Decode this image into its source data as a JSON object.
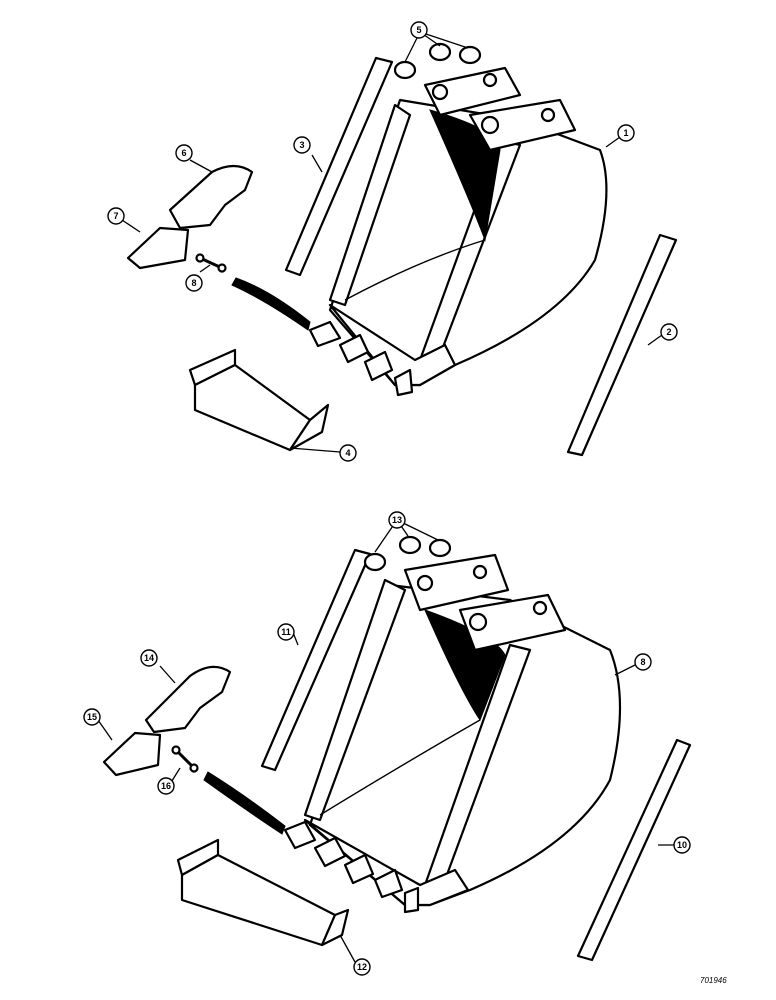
{
  "callouts": {
    "c1": "1",
    "c2": "2",
    "c3": "3",
    "c4": "4",
    "c5": "5",
    "c6": "6",
    "c7": "7",
    "c8a": "8",
    "c8b": "8",
    "c10": "10",
    "c11": "11",
    "c12": "12",
    "c13": "13",
    "c14": "14",
    "c15": "15",
    "c16": "16"
  },
  "reference": "701946"
}
